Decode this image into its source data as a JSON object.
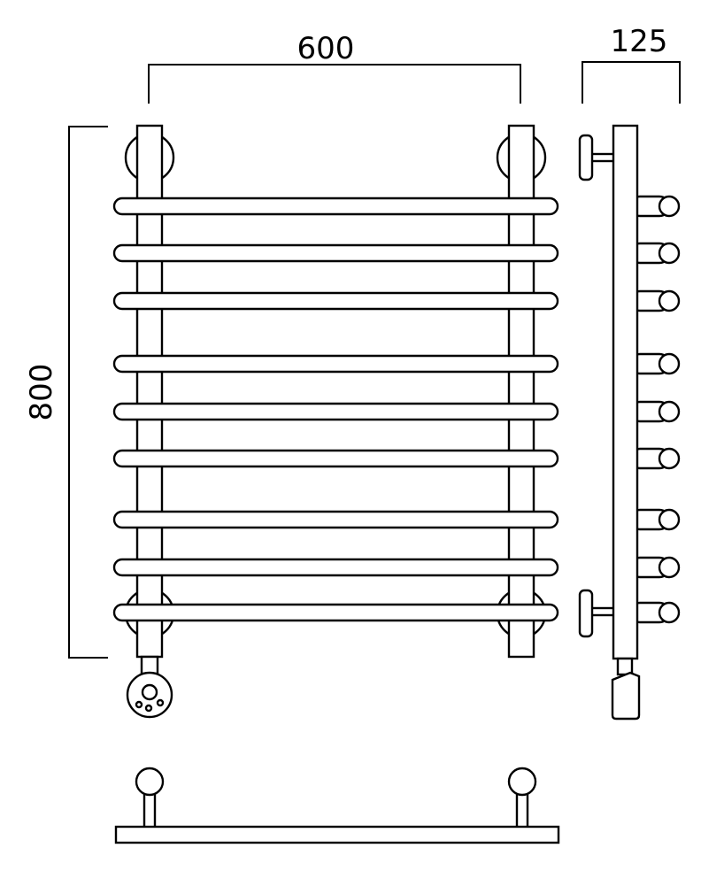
{
  "dimensions": {
    "width": "600",
    "height": "800",
    "depth": "125"
  },
  "colors": {
    "stroke": "#000000",
    "fill": "#ffffff"
  },
  "views": [
    "front-view",
    "side-view",
    "top-view"
  ],
  "rail_count": 9
}
